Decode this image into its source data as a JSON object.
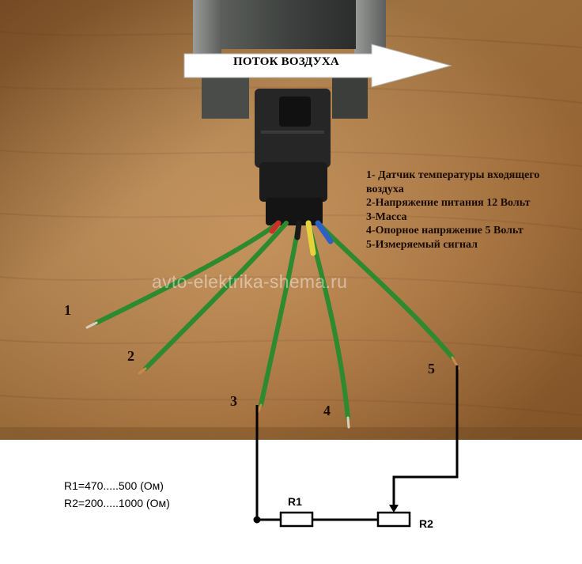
{
  "airflow_label": "ПОТОК ВОЗДУХА",
  "legend": [
    "1- Датчик температуры входящего",
    "воздуха",
    "2-Напряжение питания 12 Вольт",
    "3-Масса",
    "4-Опорное напряжение 5 Вольт",
    "5-Измеряемый сигнал"
  ],
  "watermark": "avto-elektrika-shema.ru",
  "wire_numbers": [
    "1",
    "2",
    "3",
    "4",
    "5"
  ],
  "formulas": {
    "r1": "R1=470.....500 (Ом)",
    "r2": "R2=200.....1000 (Ом)"
  },
  "resistors": {
    "r1": "R1",
    "r2": "R2"
  },
  "colors": {
    "wood": "#b98245",
    "wood_dark": "#8c5a2b",
    "sensor_body": "#3d3f3d",
    "connector": "#1c1c1c",
    "wire_green": "#2d8a2f",
    "wire_red_stripe": "#c8302a",
    "wire_yellow_stripe": "#e6d23a",
    "wire_blue_stripe": "#2e5fc4",
    "circuit": "#000000"
  }
}
